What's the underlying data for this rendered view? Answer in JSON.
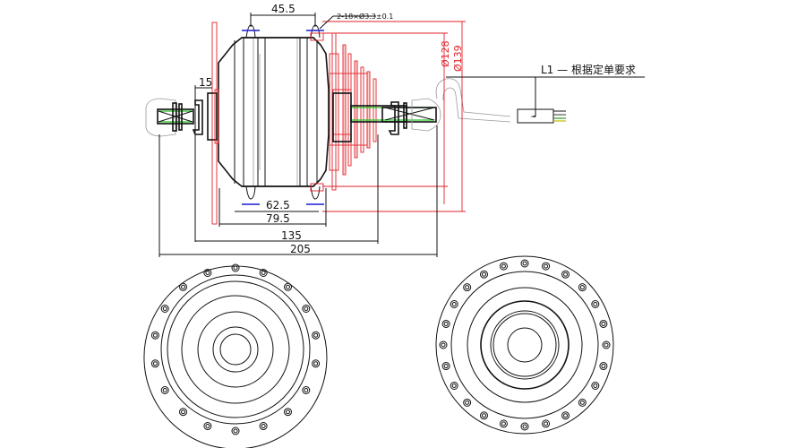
{
  "drawing": {
    "title": "Hub motor dimension drawing",
    "colors": {
      "outline": "#111111",
      "cassette": "#e0222a",
      "axle": "#22c122",
      "holes": "#1a1ad8",
      "hidden": "#9a9a9a"
    },
    "dimensions": {
      "flange_spacing": "45.5",
      "hole_spec": "2-18×Ø3.3±0.1",
      "shoulder": "15",
      "inner_width": "62.5",
      "outer_width": "79.5",
      "dropout_width": "135",
      "overall_width": "205",
      "dia_inner": "Ø128",
      "dia_outer": "Ø139"
    },
    "cable_note": {
      "label": "L1",
      "dash": "—",
      "text": "根据定单要求"
    },
    "views": {
      "side": "side-view",
      "left_end": "left-end-view",
      "right_end": "right-end-view"
    },
    "flange_hole_counts": {
      "left_end_view": 18,
      "right_end_view": 24
    }
  }
}
